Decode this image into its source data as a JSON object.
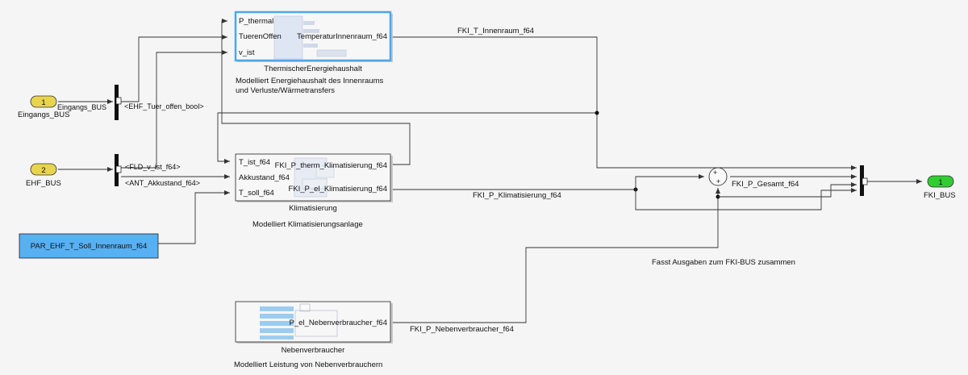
{
  "inports": [
    {
      "number": "1",
      "name": "Eingangs_BUS"
    },
    {
      "number": "2",
      "name": "EHF_BUS"
    }
  ],
  "outport": {
    "number": "1",
    "name": "FKI_BUS"
  },
  "constant": {
    "label": "PAR_EHF_T_Soll_Innenraum_f64"
  },
  "subsystems": {
    "thermisch": {
      "name": "ThermischerEnergiehaushalt",
      "inputs": [
        "P_thermal",
        "TuerenOffen",
        "v_ist"
      ],
      "output": "TemperaturInnenraum_f64",
      "description": [
        "Modelliert Energiehaushalt des Innenraums",
        "und Verluste/Wärmetransfers"
      ]
    },
    "klima": {
      "name": "Klimatisierung",
      "inputs": [
        "T_ist_f64",
        "Akkustand_f64",
        "T_soll_f64"
      ],
      "outputs": [
        "FKI_P_therm_Klimatisierung_f64",
        "FKI_P_el_Klimatisierung_f64"
      ],
      "description": "Modelliert Klimatisierungsanlage"
    },
    "neben": {
      "name": "Nebenverbraucher",
      "output": "P_el_Nebenverbraucher_f64",
      "description": "Modelliert Leistung von Nebenverbrauchern"
    }
  },
  "selector_labels": {
    "eingang_bus_in": "Eingangs_BUS",
    "tuer": "<EHF_Tuer_offen_bool>",
    "v_ist": "<FLD_v_ist_f64>",
    "akku": "<ANT_Akkustand_f64>"
  },
  "signals": {
    "t_innen": "FKI_T_Innenraum_f64",
    "p_klima": "FKI_P_Klimatisierung_f64",
    "p_gesamt": "FKI_P_Gesamt_f64",
    "p_neben": "FKI_P_Nebenverbraucher_f64"
  },
  "sum_signs": [
    "+",
    "+"
  ],
  "annotation": "Fasst Ausgaben zum FKI-BUS zusammen",
  "colors": {
    "inport": "#e8d44d",
    "outport": "#33cc33",
    "constant": "#57b0f2",
    "selection": "#4ea7e8"
  }
}
